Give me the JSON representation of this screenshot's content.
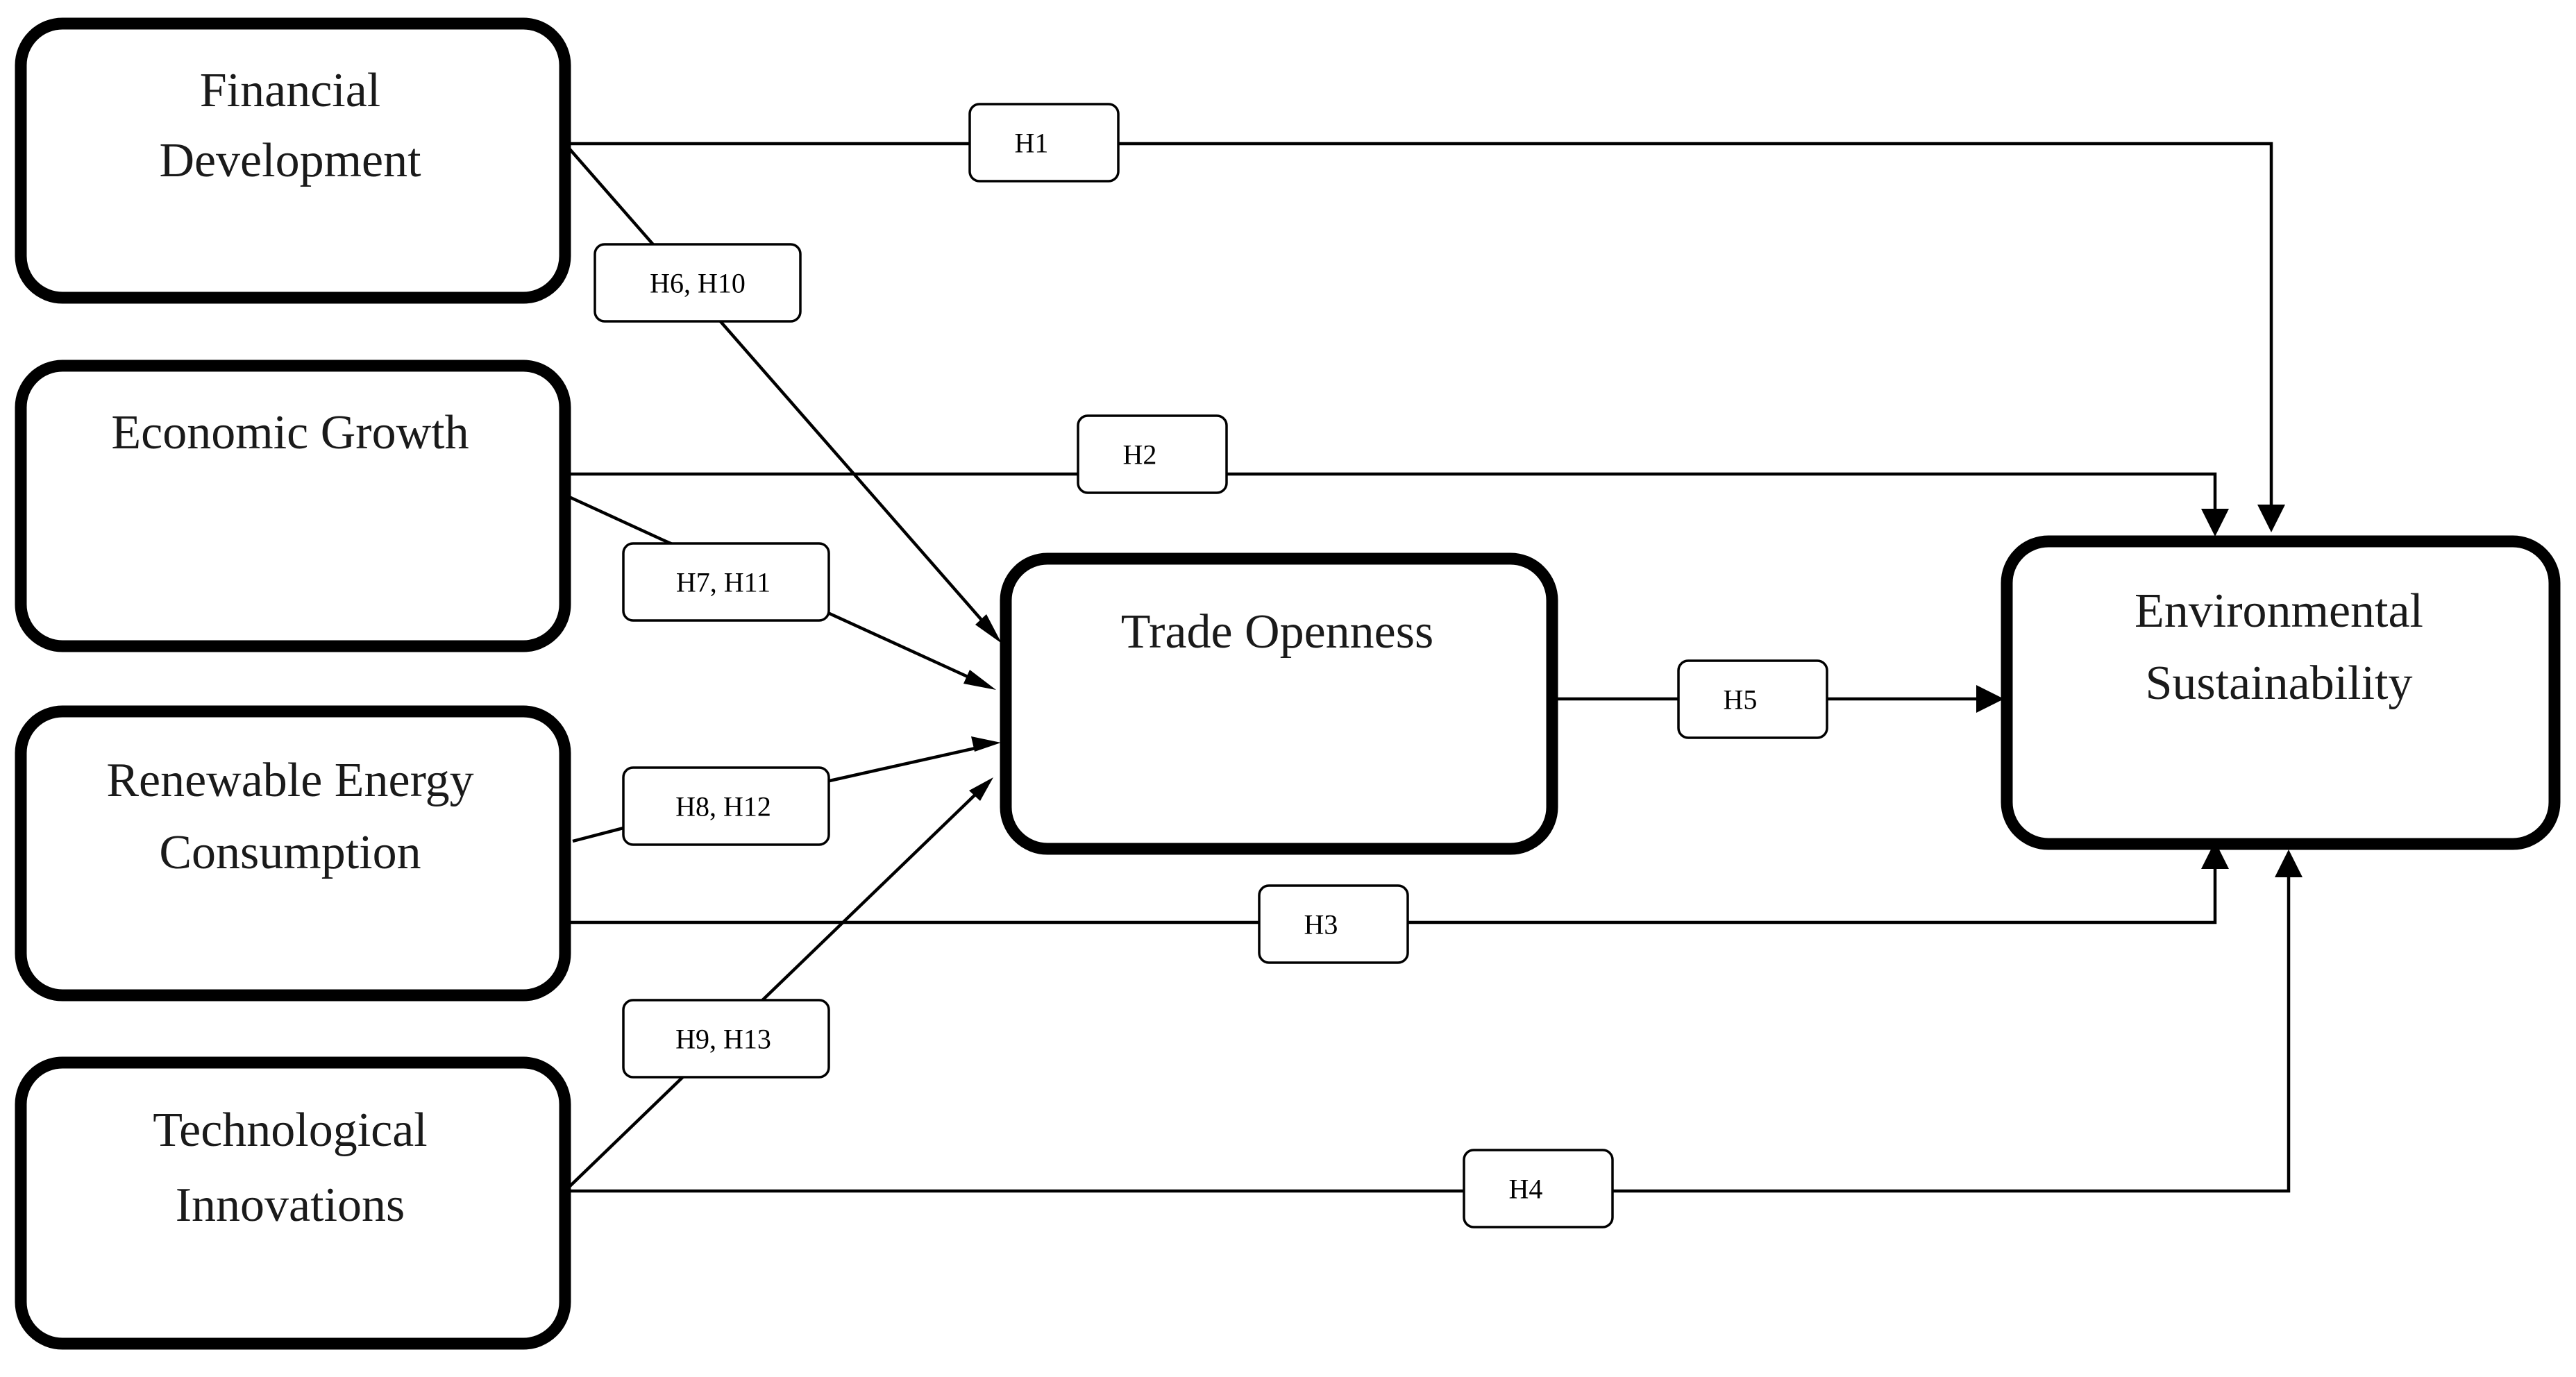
{
  "diagram": {
    "nodes": {
      "financial_development": {
        "lines": [
          "Financial",
          "Development"
        ]
      },
      "economic_growth": {
        "lines": [
          "Economic Growth"
        ]
      },
      "renewable_energy": {
        "lines": [
          "Renewable Energy",
          "Consumption"
        ]
      },
      "technological_innovations": {
        "lines": [
          "Technological",
          "Innovations"
        ]
      },
      "trade_openness": {
        "lines": [
          "Trade Openness"
        ]
      },
      "environmental_sustainability": {
        "lines": [
          "Environmental",
          "Sustainability"
        ]
      }
    },
    "edges": {
      "h1": {
        "label": "H1",
        "from": "Financial Development",
        "to": "Environmental Sustainability"
      },
      "h2": {
        "label": "H2",
        "from": "Economic Growth",
        "to": "Environmental Sustainability"
      },
      "h3": {
        "label": "H3",
        "from": "Renewable Energy Consumption",
        "to": "Environmental Sustainability"
      },
      "h4": {
        "label": "H4",
        "from": "Technological Innovations",
        "to": "Environmental Sustainability"
      },
      "h5": {
        "label": "H5",
        "from": "Trade Openness",
        "to": "Environmental Sustainability"
      },
      "h6_h10": {
        "label": "H6, H10",
        "from": "Financial Development",
        "to": "Trade Openness"
      },
      "h7_h11": {
        "label": "H7, H11",
        "from": "Economic Growth",
        "to": "Trade Openness"
      },
      "h8_h12": {
        "label": "H8, H12",
        "from": "Renewable Energy Consumption",
        "to": "Trade Openness"
      },
      "h9_h13": {
        "label": "H9, H13",
        "from": "Technological Innovations",
        "to": "Trade Openness"
      }
    }
  }
}
